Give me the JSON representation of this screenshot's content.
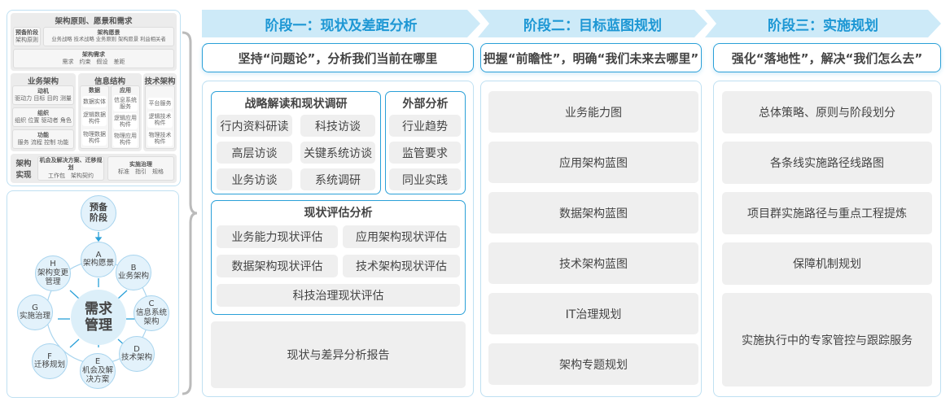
{
  "framework": {
    "title": "架构原则、愿景和需求",
    "prelim": {
      "title": "预备阶段",
      "sub": "架构原则"
    },
    "vision": {
      "title": "架构愿景",
      "sub": "业务战略 技术战略 业务原则 架构愿景 利益相关者"
    },
    "req": {
      "title": "架构需求",
      "sub": "需求　约束　假设　差距"
    },
    "business": {
      "title": "业务架构",
      "items": [
        {
          "t": "动机",
          "s": "驱动力 目标 目的 测量"
        },
        {
          "t": "组织",
          "s": "组织 位置 驱动者 角色"
        },
        {
          "t": "功能",
          "s": "服务 流程 控制 功能"
        }
      ]
    },
    "info": {
      "title": "信息结构",
      "data": {
        "t": "数据",
        "items": [
          "数据实体",
          "逻辑数据构件",
          "物理数据构件"
        ]
      },
      "app": {
        "t": "应用",
        "items": [
          "信息系统服务",
          "逻辑应用构件",
          "物理应用构件"
        ]
      }
    },
    "tech": {
      "title": "技术架构",
      "items": [
        "平台服务",
        "逻辑技术构件",
        "物理技术构件"
      ]
    },
    "impl": {
      "title": "架构实现",
      "opp": {
        "t": "机会及解决方案、迁移规划",
        "s": "工作包　架构契约"
      },
      "gov": {
        "t": "实施治理",
        "s": "标准　指引　规格"
      }
    }
  },
  "cycle": {
    "center": "需求管理",
    "prelim": "预备阶段",
    "nodes": [
      {
        "letter": "A",
        "label": "架构愿景"
      },
      {
        "letter": "B",
        "label": "业务架构"
      },
      {
        "letter": "C",
        "label": "信息系统架构"
      },
      {
        "letter": "D",
        "label": "技术架构"
      },
      {
        "letter": "E",
        "label": "机会及解决方案"
      },
      {
        "letter": "F",
        "label": "迁移规划"
      },
      {
        "letter": "G",
        "label": "实施治理"
      },
      {
        "letter": "H",
        "label": "架构变更管理"
      }
    ]
  },
  "stages": [
    {
      "title": "阶段一：现状及差距分析",
      "slogan": "坚持“问题论”，分析我们当前在哪里"
    },
    {
      "title": "阶段二：目标蓝图规划",
      "slogan": "把握“前瞻性”，明确“我们未来去哪里”"
    },
    {
      "title": "阶段三：实施规划",
      "slogan": "强化“落地性”，解决“我们怎么去”"
    }
  ],
  "stage1": {
    "strategy": {
      "title": "战略解读和现状调研",
      "items": [
        "行内资料研读",
        "科技访谈",
        "高层访谈",
        "关键系统访谈",
        "业务访谈",
        "系统调研"
      ]
    },
    "external": {
      "title": "外部分析",
      "items": [
        "行业趋势",
        "监管要求",
        "同业实践"
      ]
    },
    "assessment": {
      "title": "现状评估分析",
      "items": [
        "业务能力现状评估",
        "应用架构现状评估",
        "数据架构现状评估",
        "技术架构现状评估",
        "科技治理现状评估"
      ]
    },
    "report": "现状与差异分析报告"
  },
  "stage2": {
    "items": [
      "业务能力图",
      "应用架构蓝图",
      "数据架构蓝图",
      "技术架构蓝图",
      "IT治理规划",
      "架构专题规划"
    ]
  },
  "stage3": {
    "items": [
      "总体策略、原则与阶段划分",
      "各条线实施路径线路图",
      "项目群实施路径与重点工程提炼",
      "保障机制规划",
      "实施执行中的专家管控与跟踪服务"
    ]
  },
  "colors": {
    "accent": "#2aa0d8",
    "stage_bg": "#cdeaf8",
    "stage_text": "#1d97d4",
    "item_bg": "#efefef"
  }
}
